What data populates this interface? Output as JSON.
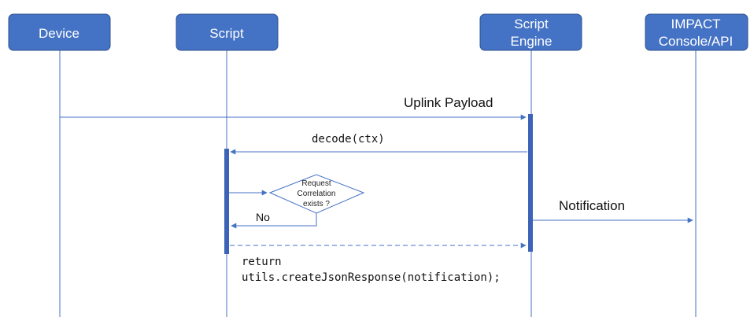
{
  "colors": {
    "actor_fill": "#4472c4",
    "actor_stroke": "#2f528f",
    "line": "#4472c4",
    "activation": "#3d63b8"
  },
  "actors": [
    {
      "id": "device",
      "lines": [
        "Device"
      ]
    },
    {
      "id": "script",
      "lines": [
        "Script"
      ]
    },
    {
      "id": "script-engine",
      "lines": [
        "Script",
        "Engine"
      ]
    },
    {
      "id": "impact",
      "lines": [
        "IMPACT",
        "Console/API"
      ]
    }
  ],
  "messages": {
    "uplink": "Uplink Payload",
    "decode": "decode(ctx)",
    "notification": "Notification",
    "no_branch": "No",
    "return_line1": "return",
    "return_line2": "utils.createJsonResponse(notification);"
  },
  "decision": {
    "lines": [
      "Request",
      "Correlation",
      "exists ?"
    ]
  }
}
